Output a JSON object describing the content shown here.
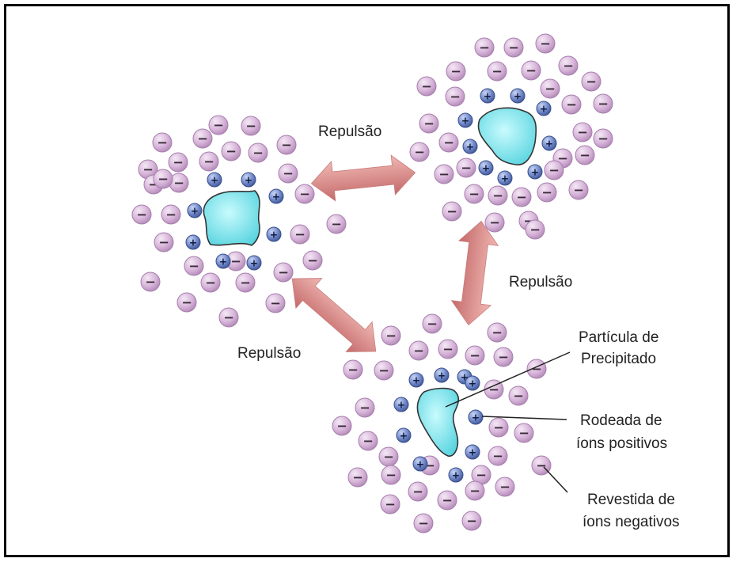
{
  "diagram": {
    "labels": {
      "repulsion_top": "Repulsão",
      "repulsion_right": "Repulsão",
      "repulsion_left": "Repulsão",
      "particle_line1": "Partícula de",
      "particle_line2": "Precipitado",
      "positive_line1": "Rodeada de",
      "positive_line2": "íons positivos",
      "negative_line1": "Revestida de",
      "negative_line2": "íons negativos"
    },
    "ion_symbols": {
      "negative": "−",
      "positive": "+"
    },
    "colors": {
      "negative_ion_fill": "#d7b4d9",
      "positive_ion_fill": "#6f87c8",
      "particle_fill": "#7fe6ee",
      "arrow_fill": "#d98a8a",
      "frame": "#000000"
    }
  }
}
